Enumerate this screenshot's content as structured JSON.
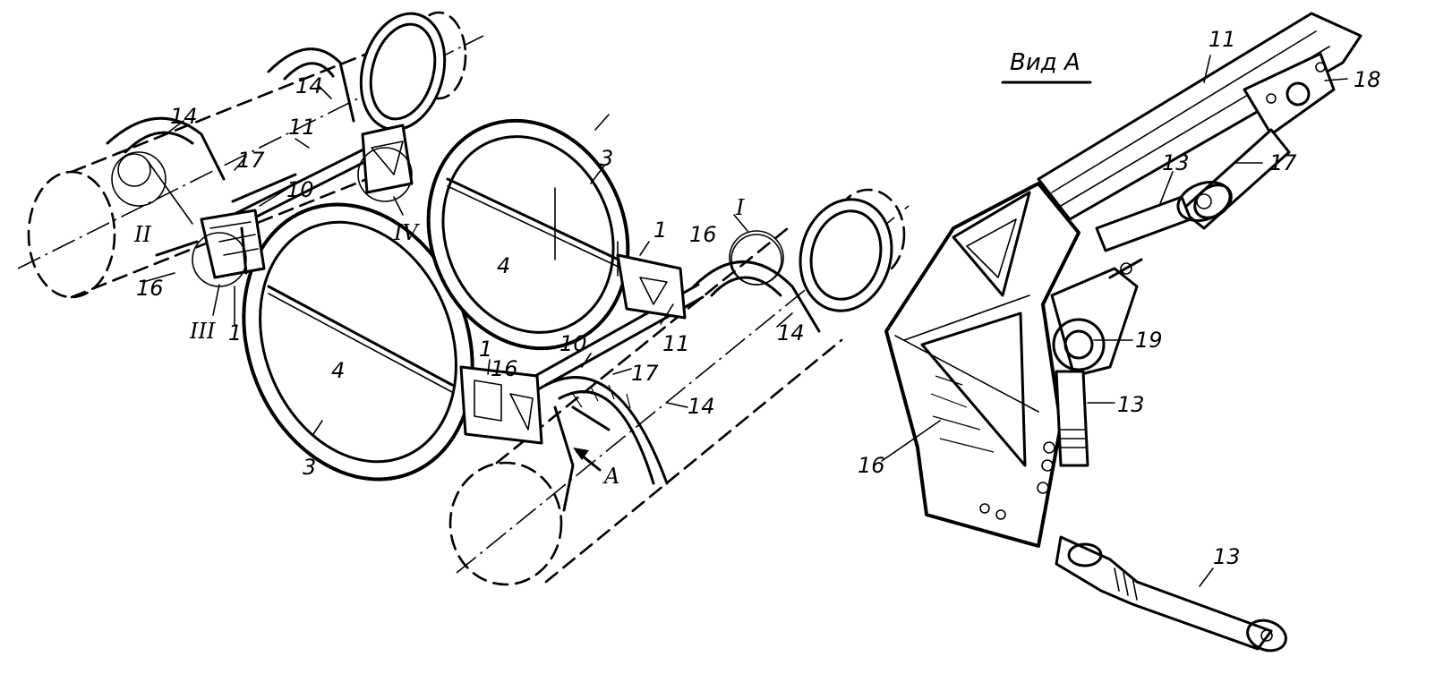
{
  "view_title": "Вид А",
  "labels": {
    "l1_left": "1",
    "l1_mid": "1",
    "l1_right": "1",
    "l3_top": "3",
    "l3_bottom": "3",
    "l4_left": "4",
    "l4_right": "4",
    "l10_top": "10",
    "l10_bottom": "10",
    "l11_top": "11",
    "l11_mid": "11",
    "l14_a": "14",
    "l14_b": "14",
    "l14_c": "14",
    "l14_d": "14",
    "l16_left": "16",
    "l16_mid": "16",
    "l16_right": "16",
    "l17_top": "17",
    "l17_bottom": "17",
    "rI": "I",
    "rII": "II",
    "rIII": "III",
    "rIV": "IV",
    "arrowA": "A",
    "v11": "11",
    "v13_top": "13",
    "v13_mid": "13",
    "v13_bottom": "13",
    "v16": "16",
    "v17": "17",
    "v18": "18",
    "v19": "19"
  }
}
